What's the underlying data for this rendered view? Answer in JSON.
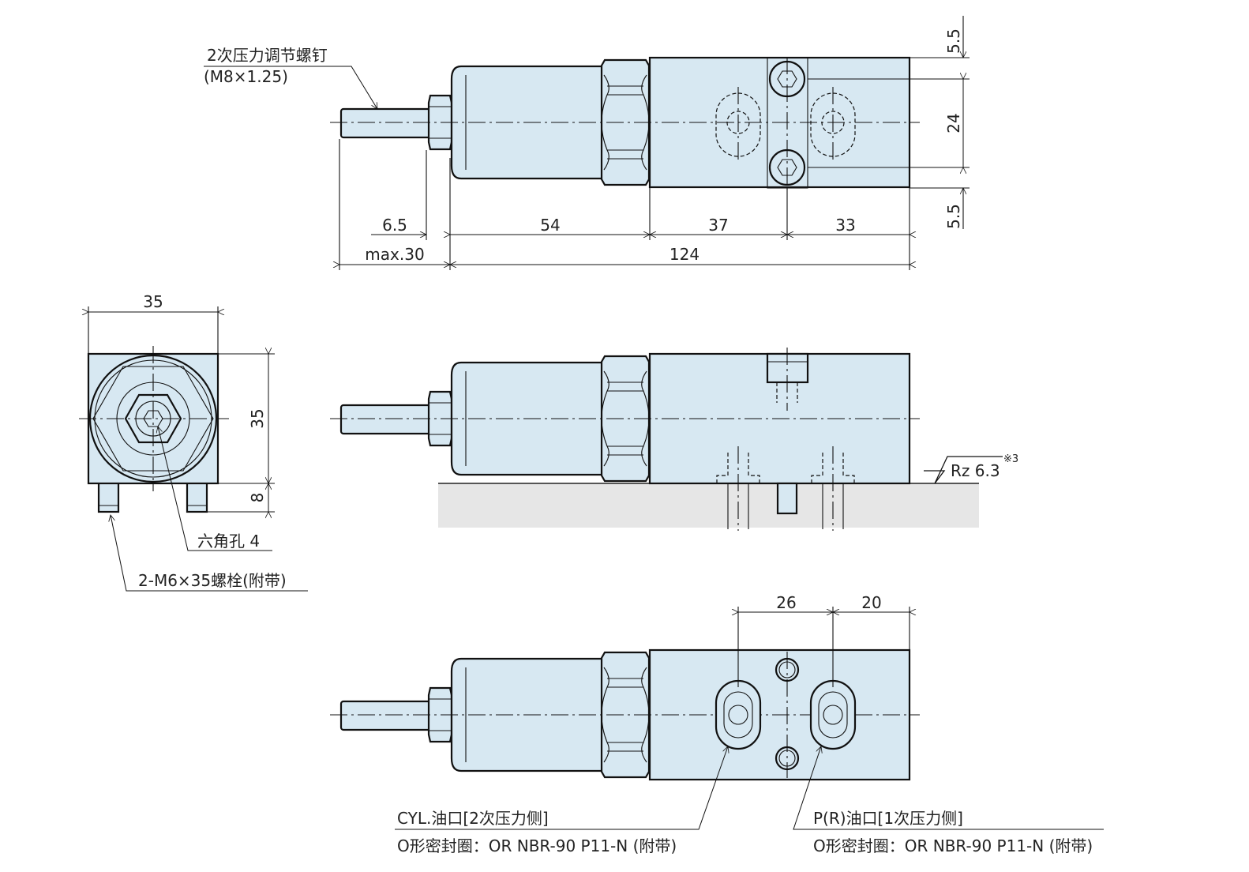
{
  "colors": {
    "part_fill": "#d7e8f2",
    "ground": "#e6e6e6",
    "line": "#111111"
  },
  "top_view": {
    "callout_line1": "2次压力调节螺钉",
    "callout_line2": "(M8×1.25)",
    "dims": {
      "d6_5": "6.5",
      "d54": "54",
      "d37": "37",
      "d33": "33",
      "max30": "max.30",
      "d124": "124",
      "d5_5_top": "5.5",
      "d24": "24",
      "d5_5_bottom": "5.5"
    }
  },
  "end_view": {
    "width": "35",
    "height": "35",
    "bolt": "8",
    "hex_label": "六角孔 4",
    "bolt_label": "2-M6×35螺栓(附带)"
  },
  "side_view": {
    "roughness": "Rz 6.3",
    "roughness_note": "※3"
  },
  "bottom_view": {
    "d26": "26",
    "d20": "20",
    "cyl_port": "CYL.油口[2次压力侧]",
    "cyl_seal": "O形密封圈：OR NBR-90 P11-N (附带)",
    "p_port": "P(R)油口[1次压力侧]",
    "p_seal": "O形密封圈：OR NBR-90 P11-N (附带)"
  }
}
